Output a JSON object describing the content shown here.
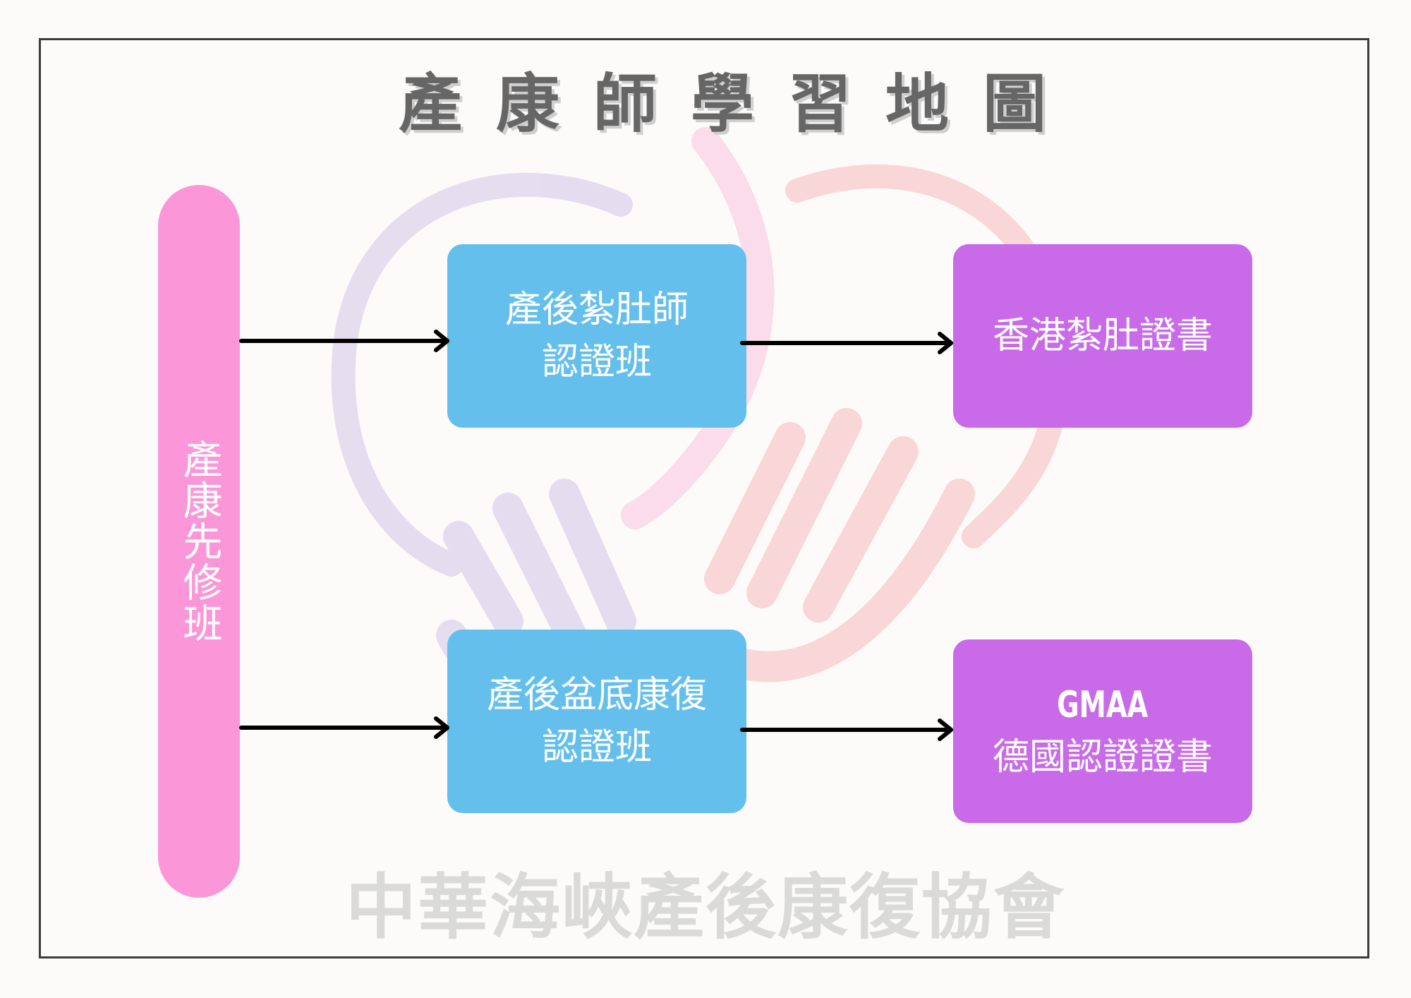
{
  "title": "產康師學習地圖",
  "prerequisite": "產康先修班",
  "rows": [
    {
      "course": [
        "產後紮肚師",
        "認證班"
      ],
      "certificate": [
        "香港紮肚證書"
      ]
    },
    {
      "course": [
        "產後盆底康復",
        "認證班"
      ],
      "certificate": [
        "GMAA",
        "德國認證證書"
      ]
    }
  ],
  "organization": "中華海峽產後康復協會",
  "colors": {
    "prerequisite": "#fb97d8",
    "course": "#64bfec",
    "certificate": "#c96ae8",
    "arrow": "#000000"
  }
}
